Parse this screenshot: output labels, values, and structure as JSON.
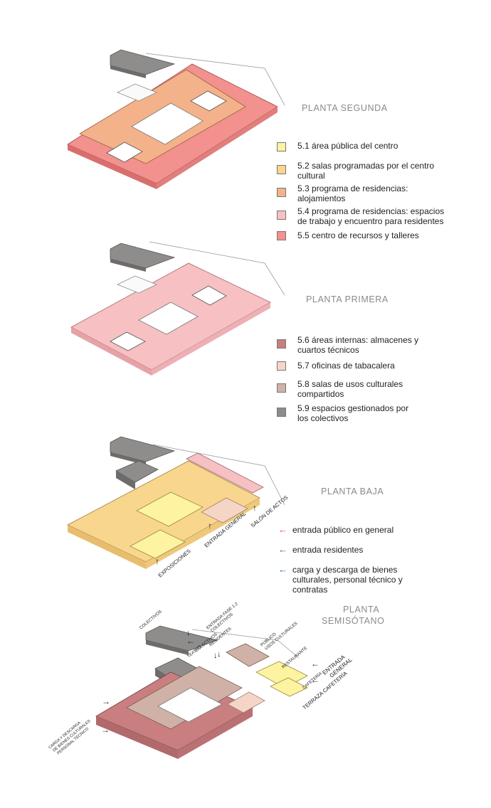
{
  "floors": {
    "segunda": {
      "title": "PLANTA SEGUNDA"
    },
    "primera": {
      "title": "PLANTA PRIMERA"
    },
    "baja": {
      "title": "PLANTA BAJA",
      "labels": {
        "exposiciones": "EXPOSICIONES",
        "entrada_general": "ENTRADA GENERAL",
        "salon_actos": "SALÓN DE ACTOS"
      }
    },
    "semisotano": {
      "title_line1": "PLANTA",
      "title_line2": "SEMISÓTANO",
      "labels": {
        "colectivos": "COLECTIVOS",
        "entrada_fase_line1": "ENTRADA FASE 1.2",
        "entrada_fase_line2": "COLECTIVOS",
        "colectivos_small": "COLECTIVOS",
        "teatro": "TEATRO",
        "residentes": "RESIDENTES",
        "publico_line1": "PÚBLICO",
        "publico_line2": "USOS CULTURALES",
        "restaurante": "RESTAURANTE",
        "cafeteria": "CAFETERÍA",
        "entrada_general_line1": "ENTRADA",
        "entrada_general_line2": "GENERAL",
        "terraza": "TERRAZA CAFETERÍA",
        "carga_line1": "CARGA Y DESCARGA",
        "carga_line2": "DE BIENES CULTURALES",
        "carga_line3": "PERSONAL TÉCNICO"
      }
    }
  },
  "legend_top": [
    {
      "code": "5.1",
      "label_line1": "5.1 área pública del centro",
      "label_line2": "",
      "color": "#fdf3a0"
    },
    {
      "code": "5.2",
      "label_line1": "5.2 salas programadas por el centro",
      "label_line2": "cultural",
      "color": "#f8d68e"
    },
    {
      "code": "5.3",
      "label_line1": "5.3 programa de residencias:",
      "label_line2": "alojamientos",
      "color": "#f4b28a"
    },
    {
      "code": "5.4",
      "label_line1": "5.4 programa de residencias: espacios",
      "label_line2": "de trabajo y encuentro para residentes",
      "color": "#f7c0c3"
    },
    {
      "code": "5.5",
      "label_line1": "5.5 centro de recursos y talleres",
      "label_line2": "",
      "color": "#f3918f"
    }
  ],
  "legend_mid": [
    {
      "code": "5.6",
      "label_line1": "5.6 áreas internas: almacenes y",
      "label_line2": "cuartos técnicos",
      "color": "#c97e80"
    },
    {
      "code": "5.7",
      "label_line1": "5.7 oficinas de tabacalera",
      "label_line2": "",
      "color": "#f5d6c6"
    },
    {
      "code": "5.8",
      "label_line1": "5.8 salas de usos culturales",
      "label_line2": "compartidos",
      "color": "#cfb1a8"
    },
    {
      "code": "5.9",
      "label_line1": "5.9 espacios gestionados por",
      "label_line2": "los colectivos",
      "color": "#8f8d8c"
    }
  ],
  "legend_arrows": [
    {
      "label_line1": "entrada público en general",
      "label_line2": "",
      "label_line3": "",
      "color": "#e83aa9",
      "icon": "arrow-left-icon"
    },
    {
      "label_line1": "entrada residentes",
      "label_line2": "",
      "label_line3": "",
      "color": "#2e8b2e",
      "icon": "arrow-left-icon"
    },
    {
      "label_line1": "carga y descarga de bienes",
      "label_line2": "culturales, personal técnico y",
      "label_line3": "contratas",
      "color": "#2a72c8",
      "icon": "arrow-left-icon"
    }
  ]
}
